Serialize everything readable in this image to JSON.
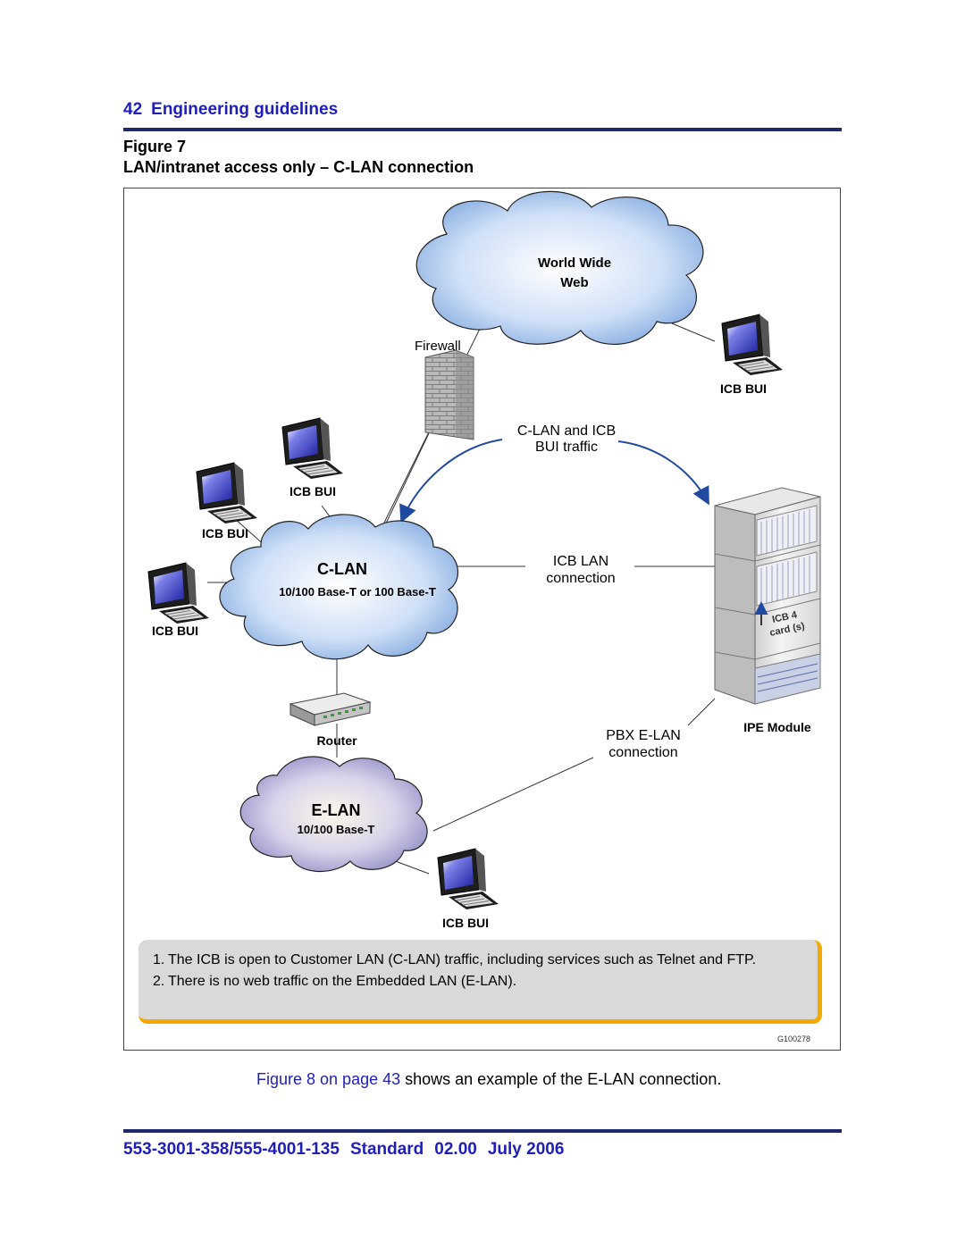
{
  "header": {
    "page_number": "42",
    "section": "Engineering guidelines"
  },
  "figure": {
    "label": "Figure 7",
    "title": "LAN/intranet access only – C-LAN connection"
  },
  "diagram": {
    "www_line1": "World Wide",
    "www_line2": "Web",
    "firewall": "Firewall",
    "icb_bui": "ICB BUI",
    "traffic_line1": "C-LAN and ICB",
    "traffic_line2": "BUI traffic",
    "clan_title": "C-LAN",
    "clan_sub": "10/100 Base-T or 100 Base-T",
    "icb_lan_line1": "ICB LAN",
    "icb_lan_line2": "connection",
    "icb_card_line1": "ICB 4",
    "icb_card_line2": "card (s)",
    "router": "Router",
    "pbx_line1": "PBX E-LAN",
    "pbx_line2": "connection",
    "ipe_module": "IPE Module",
    "elan_title": "E-LAN",
    "elan_sub": "10/100 Base-T",
    "figure_id": "G100278"
  },
  "notes": [
    {
      "num": "1.",
      "text": "The ICB is open to Customer LAN (C-LAN) traffic, including services such as Telnet and FTP."
    },
    {
      "num": "2.",
      "text": "There is no web traffic on the Embedded LAN (E-LAN)."
    }
  ],
  "reference": {
    "link": "Figure 8 on page 43",
    "text": " shows an example of the E-LAN connection."
  },
  "footer": {
    "doc_number": "553-3001-358/555-4001-135",
    "status": "Standard",
    "version": "02.00",
    "date": "July 2006"
  },
  "colors": {
    "accent": "#1f1fb8",
    "rule": "#1f2a6e",
    "note_border": "#f2a900",
    "arrow": "#1f4aa0"
  }
}
